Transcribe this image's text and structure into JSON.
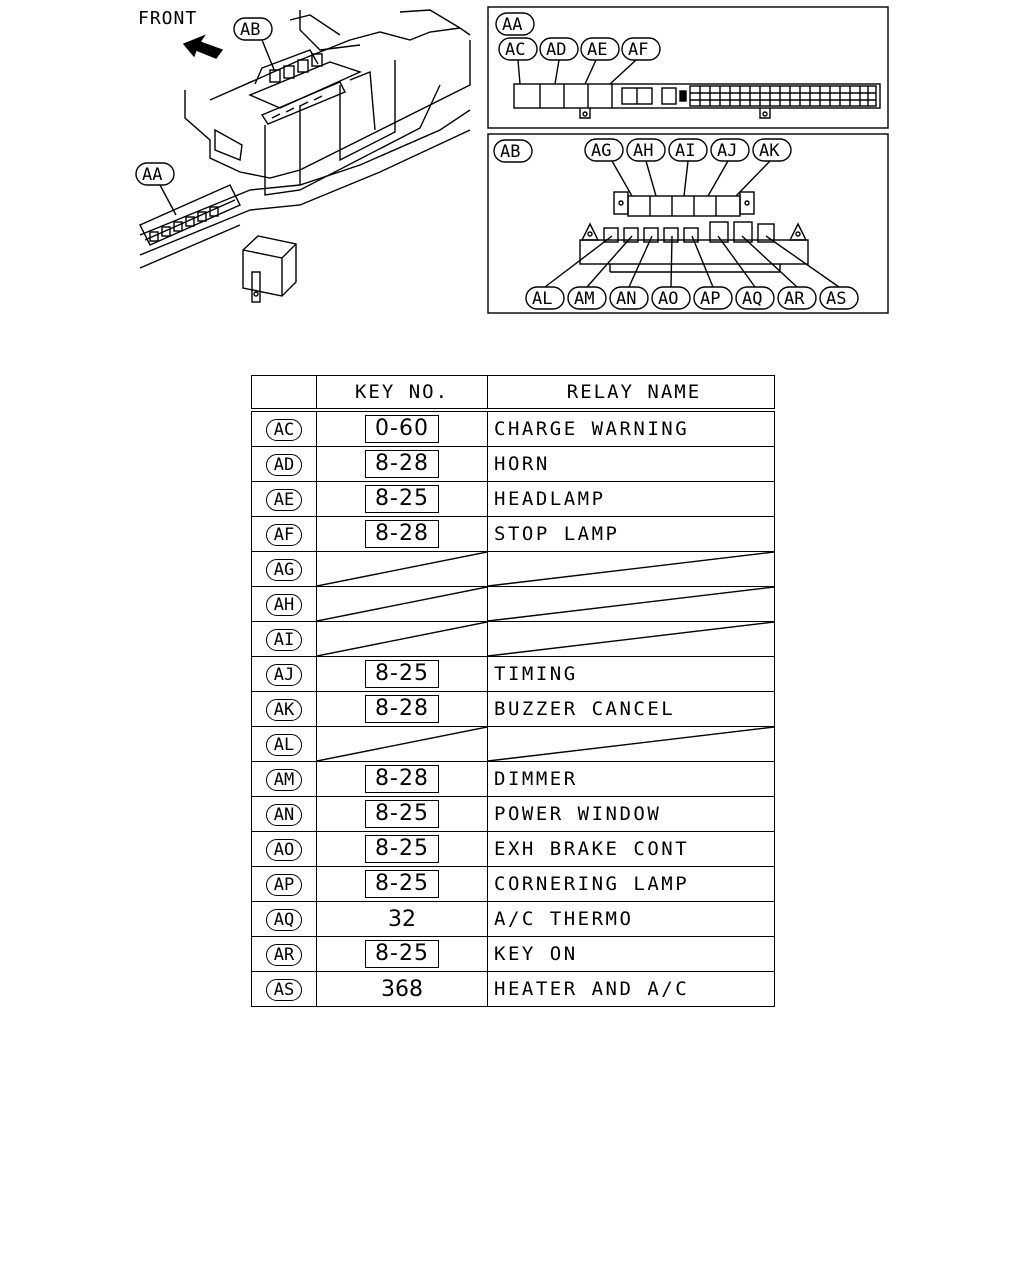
{
  "diagram": {
    "front_label": "FRONT",
    "labels": {
      "AA": "AA",
      "AB": "AB",
      "AC": "AC",
      "AD": "AD",
      "AE": "AE",
      "AF": "AF",
      "AG": "AG",
      "AH": "AH",
      "AI": "AI",
      "AJ": "AJ",
      "AK": "AK",
      "AL": "AL",
      "AM": "AM",
      "AN": "AN",
      "AO": "AO",
      "AP": "AP",
      "AQ": "AQ",
      "AR": "AR",
      "AS": "AS"
    }
  },
  "table": {
    "headers": [
      "",
      "KEY NO.",
      "RELAY NAME"
    ],
    "rows": [
      {
        "ref": "AC",
        "key": "0-60",
        "boxed": true,
        "name": "CHARGE WARNING"
      },
      {
        "ref": "AD",
        "key": "8-28",
        "boxed": true,
        "name": "HORN"
      },
      {
        "ref": "AE",
        "key": "8-25",
        "boxed": true,
        "name": "HEADLAMP"
      },
      {
        "ref": "AF",
        "key": "8-28",
        "boxed": true,
        "name": "STOP LAMP"
      },
      {
        "ref": "AG",
        "key": "",
        "boxed": false,
        "name": "",
        "empty": true
      },
      {
        "ref": "AH",
        "key": "",
        "boxed": false,
        "name": "",
        "empty": true
      },
      {
        "ref": "AI",
        "key": "",
        "boxed": false,
        "name": "",
        "empty": true
      },
      {
        "ref": "AJ",
        "key": "8-25",
        "boxed": true,
        "name": "TIMING"
      },
      {
        "ref": "AK",
        "key": "8-28",
        "boxed": true,
        "name": "BUZZER CANCEL"
      },
      {
        "ref": "AL",
        "key": "",
        "boxed": false,
        "name": "",
        "empty": true
      },
      {
        "ref": "AM",
        "key": "8-28",
        "boxed": true,
        "name": "DIMMER"
      },
      {
        "ref": "AN",
        "key": "8-25",
        "boxed": true,
        "name": "POWER WINDOW"
      },
      {
        "ref": "AO",
        "key": "8-25",
        "boxed": true,
        "name": "EXH BRAKE CONT"
      },
      {
        "ref": "AP",
        "key": "8-25",
        "boxed": true,
        "name": "CORNERING LAMP"
      },
      {
        "ref": "AQ",
        "key": "32",
        "boxed": false,
        "name": "A/C THERMO"
      },
      {
        "ref": "AR",
        "key": "8-25",
        "boxed": true,
        "name": "KEY ON"
      },
      {
        "ref": "AS",
        "key": "368",
        "boxed": false,
        "name": "HEATER AND A/C"
      }
    ]
  }
}
